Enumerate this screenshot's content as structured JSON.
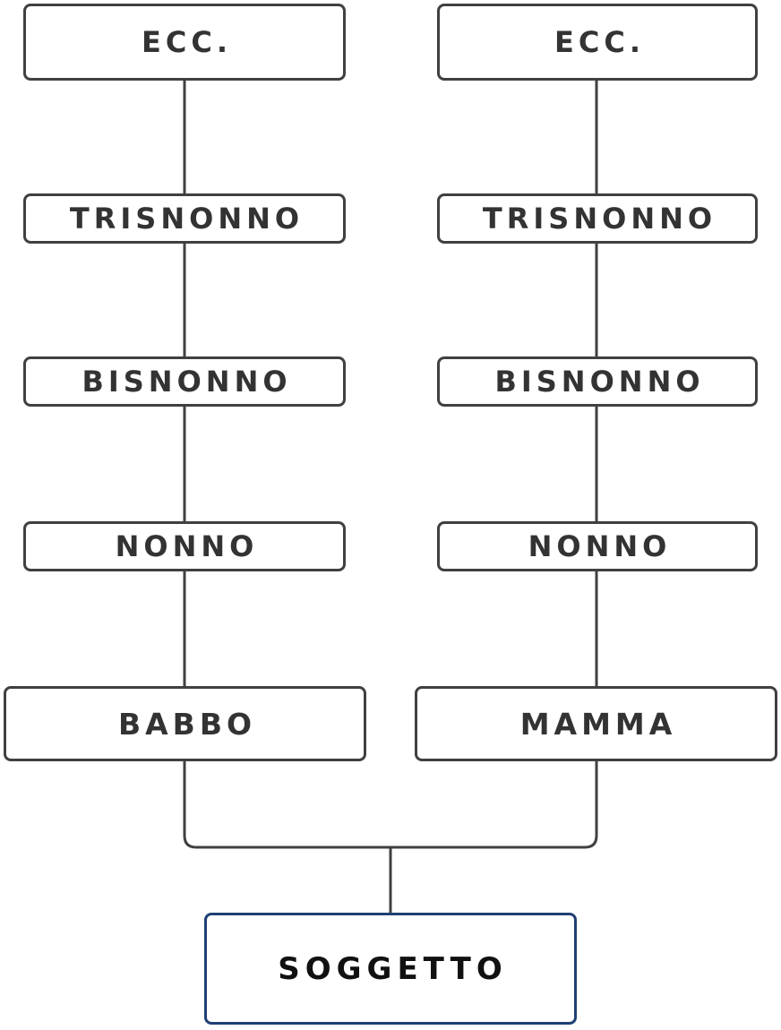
{
  "colors": {
    "line": "#404040",
    "node_border": "#404040",
    "subject_border": "#1f3f73",
    "text": "#333333"
  },
  "tree": {
    "paternal": {
      "ecc": "ECC.",
      "trisnonno": "TRISNONNO",
      "bisnonno": "BISNONNO",
      "nonno": "NONNO",
      "parent": "BABBO"
    },
    "maternal": {
      "ecc": "ECC.",
      "trisnonno": "TRISNONNO",
      "bisnonno": "BISNONNO",
      "nonno": "NONNO",
      "parent": "MAMMA"
    },
    "subject": "SOGGETTO"
  }
}
